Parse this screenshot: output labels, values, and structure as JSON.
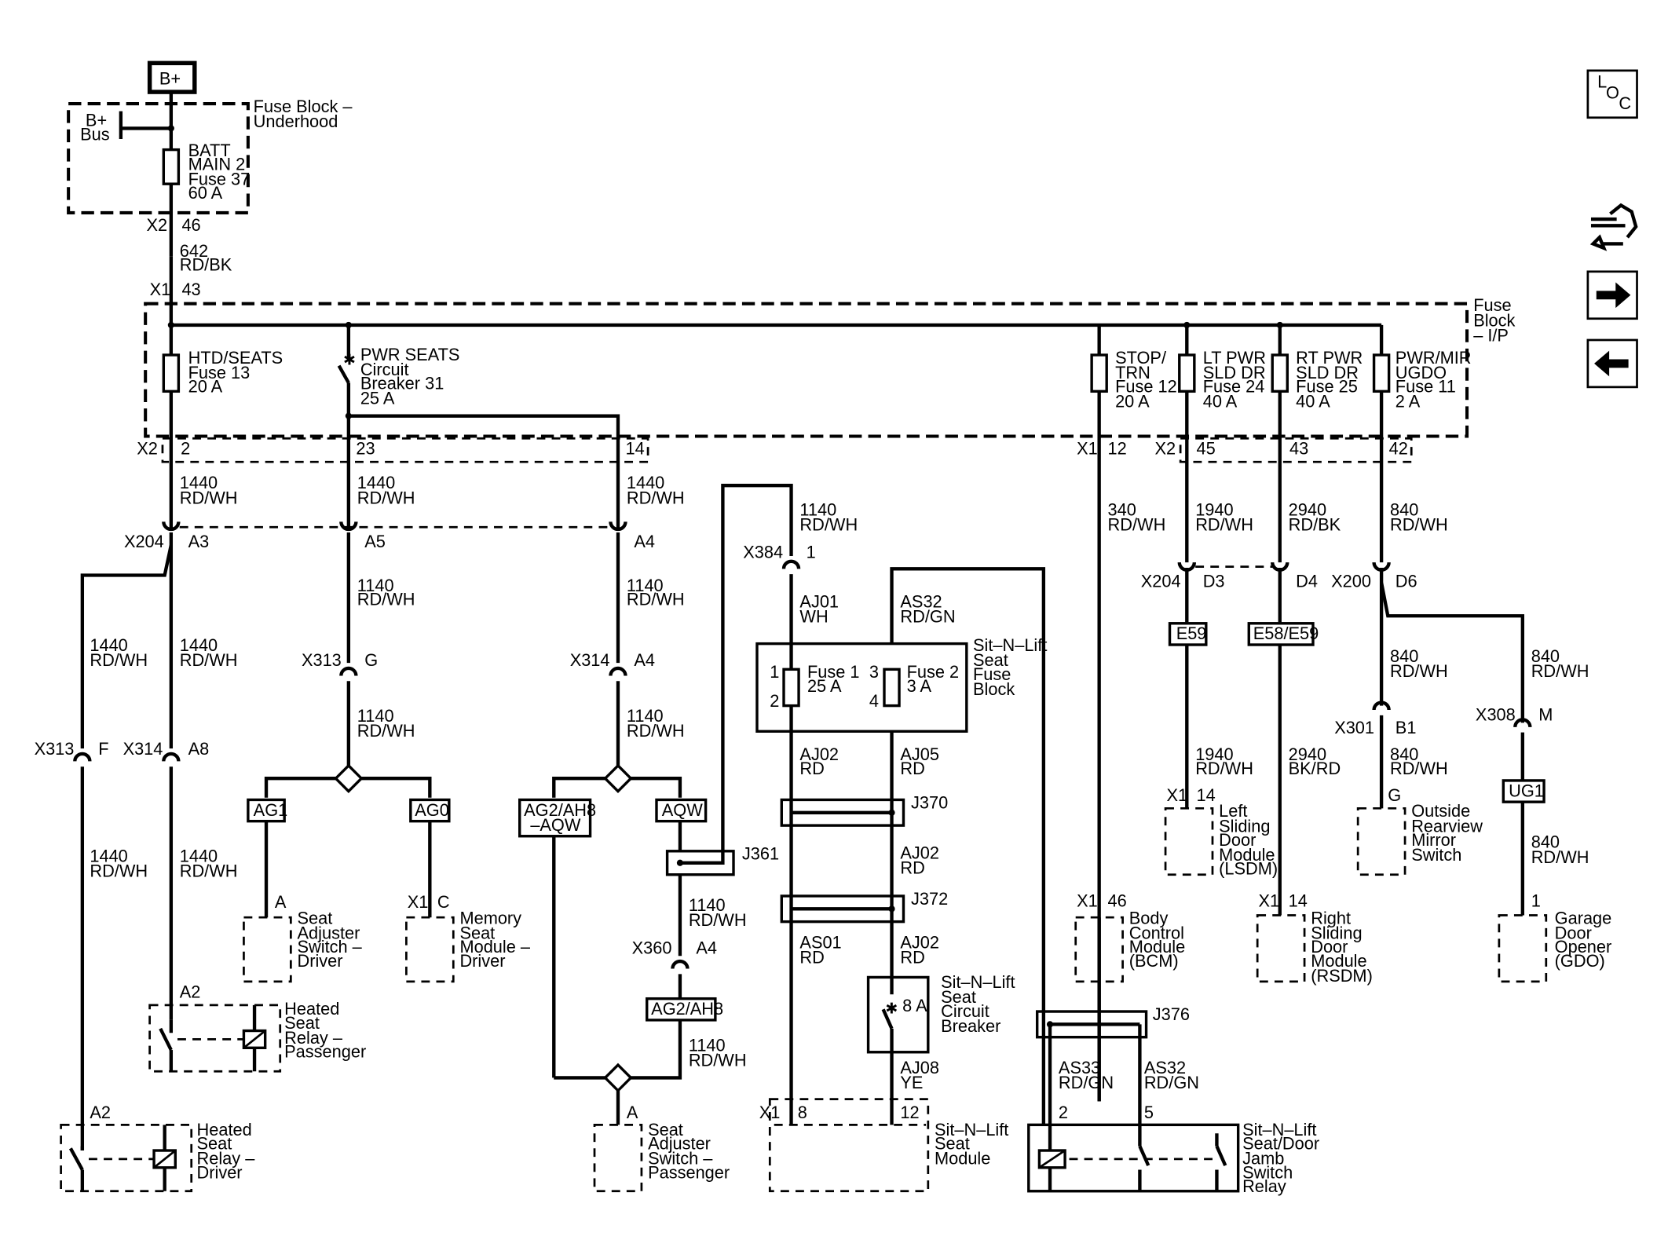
{
  "nav": {
    "loc_l": "L",
    "loc_o": "O",
    "loc_c": "C"
  },
  "power": {
    "bplus": "B+",
    "bus_1": "B+",
    "bus_2": "Bus",
    "ub_title_1": "Fuse Block –",
    "ub_title_2": "Underhood",
    "batt_1": "BATT",
    "batt_2": "MAIN 2",
    "batt_3": "Fuse 37",
    "batt_4": "60 A",
    "x2": "X2",
    "pin46": "46",
    "w642": "642",
    "rdbk": "RD/BK",
    "x1": "X1",
    "pin43": "43"
  },
  "ip": {
    "title_1": "Fuse",
    "title_2": "Block",
    "title_3": "– I/P",
    "htd_1": "HTD/SEATS",
    "htd_2": "Fuse 13",
    "htd_3": "20 A",
    "pwr_1": "PWR SEATS",
    "pwr_2": "Circuit",
    "pwr_3": "Breaker 31",
    "pwr_4": "25 A",
    "stop_1": "STOP/",
    "stop_2": "TRN",
    "stop_3": "Fuse 12",
    "stop_4": "20 A",
    "lt_1": "LT PWR",
    "lt_2": "SLD DR",
    "lt_3": "Fuse 24",
    "lt_4": "40 A",
    "rt_1": "RT PWR",
    "rt_2": "SLD DR",
    "rt_3": "Fuse 25",
    "rt_4": "40 A",
    "mir_1": "PWR/MIR",
    "mir_2": "UGDO",
    "mir_3": "Fuse 11",
    "mir_4": "2 A",
    "x2a": "X2",
    "p2": "2",
    "p23": "23",
    "p14": "14",
    "x1b": "X1",
    "p12": "12",
    "x2b": "X2",
    "p45": "45",
    "p43": "43",
    "p42": "42"
  },
  "left": {
    "w1440": "1440",
    "rdwh": "RD/WH",
    "w1140": "1140",
    "x204": "X204",
    "a3": "A3",
    "a5": "A5",
    "a4": "A4",
    "x313": "X313",
    "g": "G",
    "x314": "X314",
    "a4b": "A4",
    "f": "F",
    "a8": "A8",
    "ag1": "AG1",
    "ag0": "AG0",
    "ag2ah8_aqw_1": "AG2/AH8",
    "ag2ah8_aqw_2": "–AQW",
    "aqw": "AQW",
    "j361": "J361",
    "x360": "X360",
    "a4c": "A4",
    "ag2ah8": "AG2/AH8",
    "pin_a": "A",
    "pin_x1": "X1",
    "pin_c": "C",
    "pin_a2": "A2",
    "sadrv_1": "Seat",
    "sadrv_2": "Adjuster",
    "sadrv_3": "Switch –",
    "sadrv_4": "Driver",
    "mem_1": "Memory",
    "mem_2": "Seat",
    "mem_3": "Module –",
    "mem_4": "Driver",
    "hsp_1": "Heated",
    "hsp_2": "Seat",
    "hsp_3": "Relay –",
    "hsp_4": "Passenger",
    "hsd_1": "Heated",
    "hsd_2": "Seat",
    "hsd_3": "Relay –",
    "hsd_4": "Driver",
    "sap_1": "Seat",
    "sap_2": "Adjuster",
    "sap_3": "Switch –",
    "sap_4": "Passenger"
  },
  "mid": {
    "w1140": "1140",
    "rdwh": "RD/WH",
    "x384": "X384",
    "p1": "1",
    "aj01": "AJ01",
    "wh": "WH",
    "as32": "AS32",
    "rdgn": "RD/GN",
    "snl_1": "Sit–N–Lift",
    "snl_2": "Seat",
    "snl_3": "Fuse",
    "snl_4": "Block",
    "f1_1": "Fuse 1",
    "f1_2": "25 A",
    "f2_1": "Fuse 2",
    "f2_2": "3 A",
    "n1": "1",
    "n2": "2",
    "n3": "3",
    "n4": "4",
    "aj02": "AJ02",
    "rd": "RD",
    "aj05": "AJ05",
    "j370": "J370",
    "j372": "J372",
    "as01": "AS01",
    "cb_1": "Sit–N–Lift",
    "cb_2": "Seat",
    "cb_3": "Circuit",
    "cb_4": "Breaker",
    "cb_amp": "8 A",
    "aj08": "AJ08",
    "ye": "YE",
    "x1": "X1",
    "p8": "8",
    "p12": "12",
    "mod_1": "Sit–N–Lift",
    "mod_2": "Seat",
    "mod_3": "Module",
    "j376": "J376",
    "as33": "AS33",
    "p2": "2",
    "p5": "5",
    "rel_1": "Sit–N–Lift",
    "rel_2": "Seat/Door",
    "rel_3": "Jamb",
    "rel_4": "Switch",
    "rel_5": "Relay"
  },
  "right": {
    "w340": "340",
    "w1940": "1940",
    "w2940": "2940",
    "w840": "840",
    "rdwh": "RD/WH",
    "rdbk": "RD/BK",
    "bkrd": "BK/RD",
    "x204": "X204",
    "d3": "D3",
    "d4": "D4",
    "x200": "X200",
    "d6": "D6",
    "e59": "E59",
    "e58e59": "E58/E59",
    "x301": "X301",
    "b1": "B1",
    "x308": "X308",
    "m": "M",
    "ug1": "UG1",
    "x1": "X1",
    "p14": "14",
    "p46": "46",
    "g": "G",
    "p1": "1",
    "bcm_1": "Body",
    "bcm_2": "Control",
    "bcm_3": "Module",
    "bcm_4": "(BCM)",
    "lsdm_1": "Left",
    "lsdm_2": "Sliding",
    "lsdm_3": "Door",
    "lsdm_4": "Module",
    "lsdm_5": "(LSDM)",
    "rsdm_1": "Right",
    "rsdm_2": "Sliding",
    "rsdm_3": "Door",
    "rsdm_4": "Module",
    "rsdm_5": "(RSDM)",
    "orm_1": "Outside",
    "orm_2": "Rearview",
    "orm_3": "Mirror",
    "orm_4": "Switch",
    "gdo_1": "Garage",
    "gdo_2": "Door",
    "gdo_3": "Opener",
    "gdo_4": "(GDO)"
  }
}
